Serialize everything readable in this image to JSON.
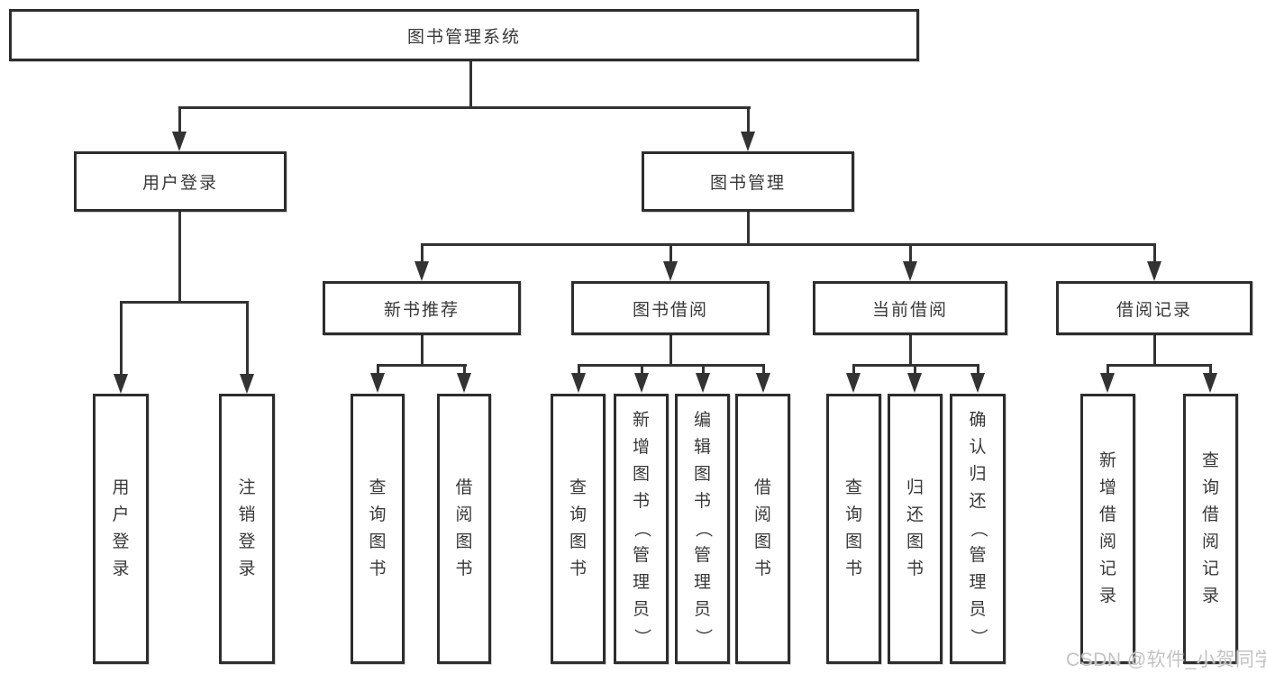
{
  "diagram": {
    "title_note": "functional structure tree",
    "root": {
      "label": "图书管理系统"
    },
    "level2": [
      {
        "label": "用户登录"
      },
      {
        "label": "图书管理"
      }
    ],
    "level3": [
      {
        "label": "新书推荐"
      },
      {
        "label": "图书借阅"
      },
      {
        "label": "当前借阅"
      },
      {
        "label": "借阅记录"
      }
    ],
    "leaves": [
      {
        "label": "用户登录"
      },
      {
        "label": "注销登录"
      },
      {
        "label": "查询图书"
      },
      {
        "label": "借阅图书"
      },
      {
        "label": "查询图书"
      },
      {
        "label": "新增图书（管理员）"
      },
      {
        "label": "编辑图书（管理员）"
      },
      {
        "label": "借阅图书"
      },
      {
        "label": "查询图书"
      },
      {
        "label": "归还图书"
      },
      {
        "label": "确认归还（管理员）"
      },
      {
        "label": "新增借阅记录"
      },
      {
        "label": "查询借阅记录"
      }
    ]
  },
  "watermark": {
    "text": "CSDN @软件_小贺同学"
  },
  "colors": {
    "background": "#ffffff",
    "line": "#333333",
    "box_border": "#2d2d2d",
    "text": "#383838",
    "watermark": "#c3c3c3"
  }
}
